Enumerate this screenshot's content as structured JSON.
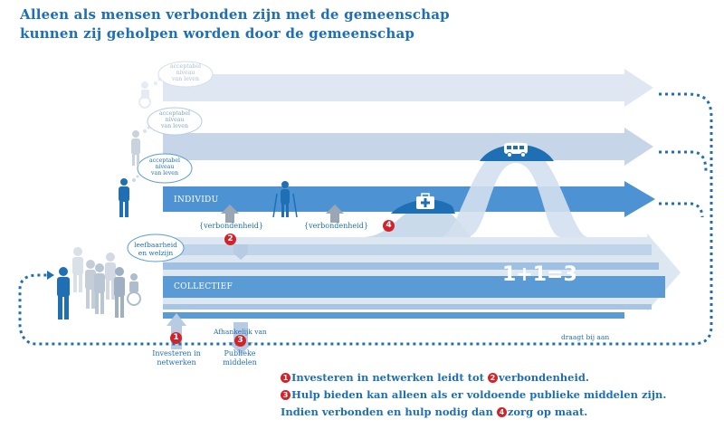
{
  "title": {
    "line1": "Alleen als mensen verbonden zijn met de gemeenschap",
    "line2": "kunnen zij geholpen worden door de gemeenschap"
  },
  "lanes": {
    "individu": "INDIVIDU",
    "collectief": "COLLECTIEF"
  },
  "clouds": [
    {
      "lines": [
        "acceptabel",
        "niveau",
        "van leven"
      ]
    },
    {
      "lines": [
        "acceptabel",
        "niveau",
        "van leven"
      ]
    },
    {
      "lines": [
        "acceptabel",
        "niveau",
        "van leven"
      ]
    },
    {
      "lines": [
        "leefbaarheid",
        "en welzijn"
      ]
    }
  ],
  "braces": {
    "verbondenheid_1": "verbondenheid",
    "verbondenheid_2": "verbondenheid",
    "investeren_line1": "Investeren in",
    "investeren_line2": "netwerken",
    "publieke_line1": "Publieke",
    "publieke_line2": "middelen"
  },
  "labels": {
    "afhankelijk": "Afhankelijk van",
    "draagt": "draagt bij aan",
    "equation": "1+1=3"
  },
  "markers": {
    "m1": "1",
    "m2": "2",
    "m3": "3",
    "m4": "4"
  },
  "legend": {
    "row1_num1": "1",
    "row1_text1": "Investeren in netwerken leidt tot ",
    "row1_num2": "2",
    "row1_text2": "verbondenheid.",
    "row2_num": "3",
    "row2_text": "Hulp bieden kan alleen als er voldoende publieke middelen zijn.",
    "row3_text1": "Indien verbonden en hulp nodig dan ",
    "row3_num": "4",
    "row3_text2": "zorg op maat."
  },
  "icons": [
    "person-icon",
    "wheelchair-icon",
    "crutches-icon",
    "medical-kit-icon",
    "ambulance-icon"
  ],
  "colors": {
    "blue": "#1e6fb4",
    "mid_blue": "#5b9bd5",
    "light_blue": "#c9d9ea",
    "red": "#d2232a"
  }
}
